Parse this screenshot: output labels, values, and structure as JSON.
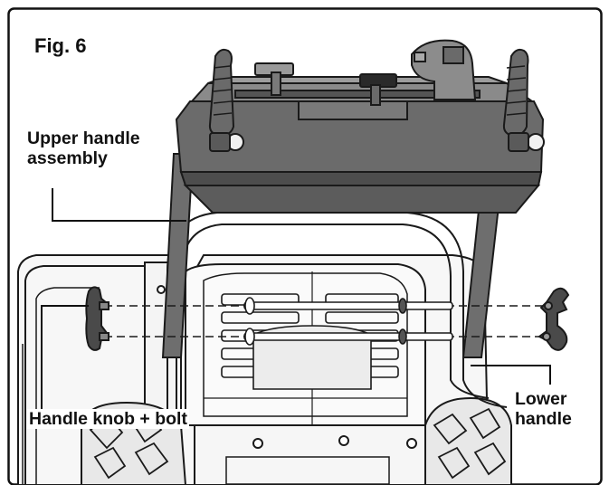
{
  "figure": {
    "title": "Fig. 6",
    "labels": {
      "upper_handle": [
        "Upper handle",
        "assembly"
      ],
      "handle_knob": "Handle knob + bolt",
      "lower_handle": [
        "Lower",
        "handle"
      ]
    }
  },
  "colors": {
    "border": "#111111",
    "outline": "#1a1a1a",
    "handle_dark": "#5a5a5a",
    "handle_mid": "#8a8a8a",
    "panel_fill": "#f2f2f2"
  }
}
